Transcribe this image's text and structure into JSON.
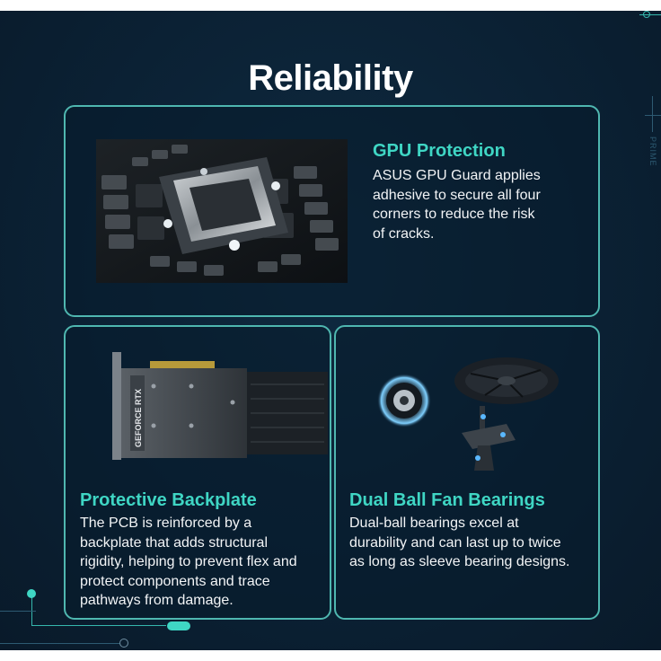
{
  "title": "Reliability",
  "features": [
    {
      "heading": "GPU Protection",
      "lines": [
        "ASUS GPU Guard applies",
        "adhesive to secure all four",
        "corners to reduce the risk",
        "of cracks."
      ]
    },
    {
      "heading": "Protective Backplate",
      "lines": [
        "The PCB is reinforced by a",
        "backplate that adds structural",
        "rigidity, helping to prevent flex and",
        "protect components and trace",
        "pathways from damage."
      ]
    },
    {
      "heading": "Dual Ball Fan Bearings",
      "lines": [
        "Dual-ball bearings excel at",
        "durability and can last up to twice",
        "as long as sleeve bearing designs."
      ]
    }
  ],
  "card_print": "GEFORCE RTX",
  "side_mark": "PRIME",
  "colors": {
    "accent": "#3fd6c4",
    "border": "#4fb7b0",
    "background": "#0b2134"
  }
}
